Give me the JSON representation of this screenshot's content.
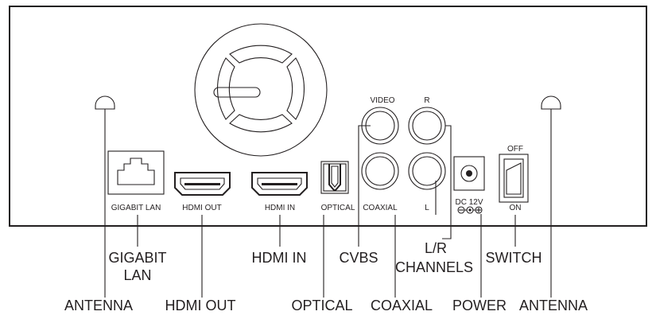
{
  "panel_labels": {
    "gigabit_lan": "GIGABIT LAN",
    "hdmi_out": "HDMI OUT",
    "hdmi_in": "HDMI IN",
    "optical": "OPTICAL",
    "coaxial": "COAXIAL",
    "l": "L",
    "video": "VIDEO",
    "r": "R",
    "dc": "DC 12V",
    "off": "OFF",
    "on": "ON"
  },
  "callouts": {
    "gigabit_lan_line1": "GIGABIT",
    "gigabit_lan_line2": "LAN",
    "hdmi_in": "HDMI IN",
    "cvbs": "CVBS",
    "lr_line1": "L/R",
    "lr_line2": "CHANNELS",
    "switch": "SWITCH",
    "antenna_left": "ANTENNA",
    "hdmi_out": "HDMI OUT",
    "optical": "OPTICAL",
    "coaxial": "COAXIAL",
    "power": "POWER",
    "antenna_right": "ANTENNA"
  },
  "colors": {
    "line": "#231f20",
    "background": "#ffffff"
  }
}
